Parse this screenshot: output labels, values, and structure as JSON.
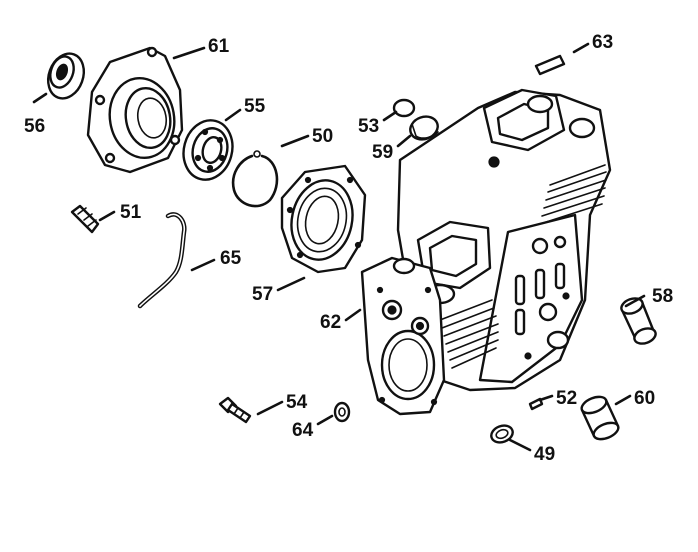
{
  "labels": {
    "p49": "49",
    "p50": "50",
    "p51": "51",
    "p52": "52",
    "p53": "53",
    "p54": "54",
    "p55": "55",
    "p56": "56",
    "p57": "57",
    "p58": "58",
    "p59": "59",
    "p60": "60",
    "p61": "61",
    "p62": "62",
    "p63": "63",
    "p64": "64",
    "p65": "65"
  },
  "colors": {
    "ink": "#111111",
    "paper": "#ffffff"
  }
}
